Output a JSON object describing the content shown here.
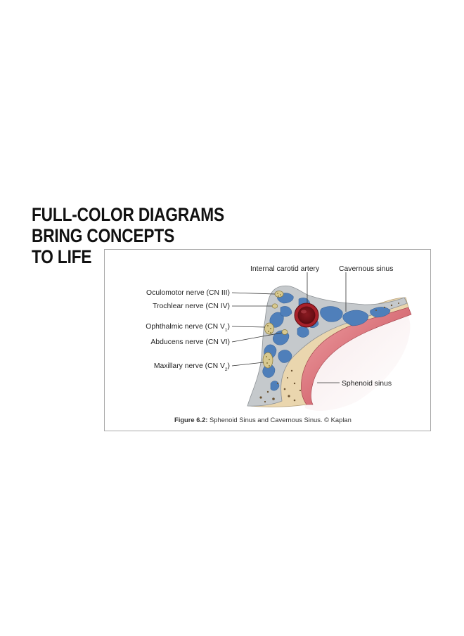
{
  "headline": {
    "lines": [
      "FULL-COLOR DIAGRAMS",
      "BRING CONCEPTS",
      "TO LIFE"
    ]
  },
  "figure": {
    "labels": {
      "internal_carotid_artery": "Internal carotid artery",
      "cavernous_sinus": "Cavernous sinus",
      "oculomotor_nerve": "Oculomotor nerve (CN III)",
      "trochlear_nerve": "Trochlear nerve (CN IV)",
      "ophthalmic_nerve": {
        "prefix": "Ophthalmic nerve (CN V",
        "subscript": "1",
        "suffix": ")"
      },
      "abducens_nerve": "Abducens nerve (CN VI)",
      "maxillary_nerve": {
        "prefix": "Maxillary nerve (CN V",
        "subscript": "2",
        "suffix": ")"
      },
      "sphenoid_sinus": "Sphenoid sinus"
    },
    "caption": {
      "bold": "Figure 6.2:",
      "text": " Sphenoid Sinus and Cavernous Sinus. © Kaplan"
    },
    "colors": {
      "dura": "#c5c9cc",
      "venous_blue": "#4f7fba",
      "bone": "#ead6ae",
      "mucosa": "#d9727a",
      "artery_wall": "#a8212a"
    }
  }
}
